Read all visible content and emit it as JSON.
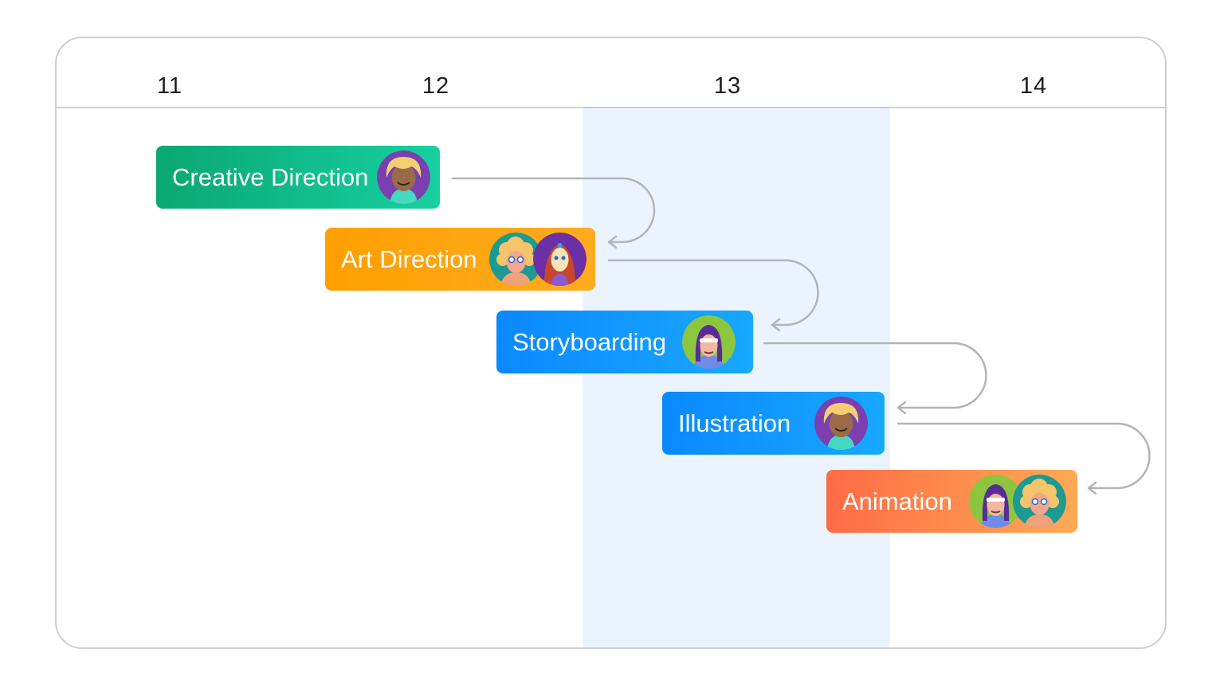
{
  "timeline": {
    "days": [
      "11",
      "12",
      "13",
      "14"
    ]
  },
  "tasks": [
    {
      "label": "Creative Direction",
      "color_start": "#0aa772",
      "color_end": "#17d0a0",
      "avatars": [
        "avatar-yellow-hair-purple-bg"
      ]
    },
    {
      "label": "Art Direction",
      "color_start": "#ff9f00",
      "color_end": "#ffab20",
      "avatars": [
        "avatar-curly-hair-teal-bg",
        "avatar-red-hair-purple-bg"
      ]
    },
    {
      "label": "Storyboarding",
      "color_start": "#0b88ff",
      "color_end": "#18a8ff",
      "avatars": [
        "avatar-purple-hair-green-bg"
      ]
    },
    {
      "label": "Illustration",
      "color_start": "#0b88ff",
      "color_end": "#18a8ff",
      "avatars": [
        "avatar-yellow-hair-purple-bg"
      ]
    },
    {
      "label": "Animation",
      "color_start": "#ff6b45",
      "color_end": "#ffaa55",
      "avatars": [
        "avatar-purple-hair-green-bg",
        "avatar-curly-hair-teal-bg"
      ]
    }
  ],
  "colors": {
    "border": "#cfcfd3",
    "highlight_column": "#ebf4fe",
    "connector": "#b3b3b8"
  }
}
